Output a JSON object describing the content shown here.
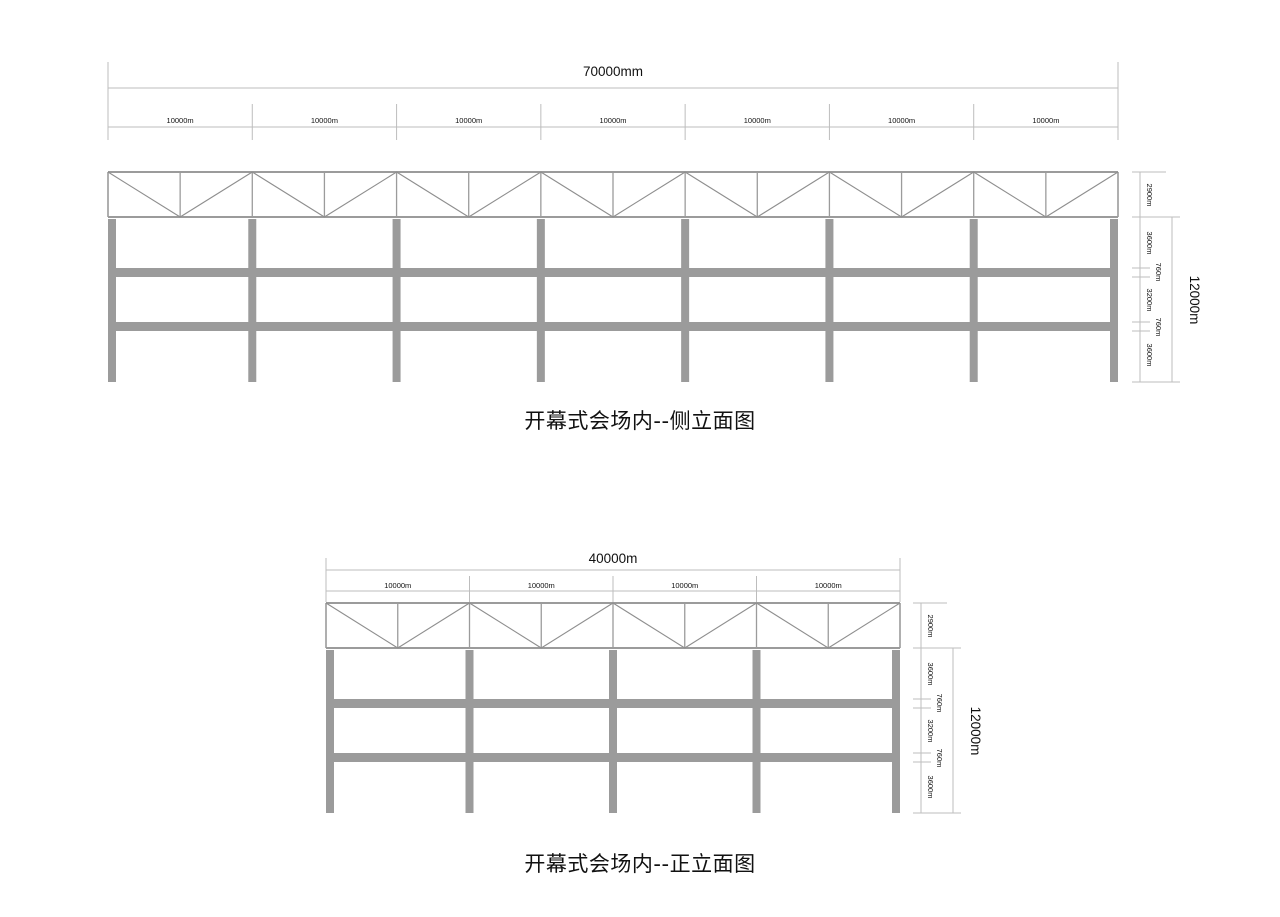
{
  "page": {
    "background": "#ffffff",
    "line_color": "#8e8e8e",
    "member_color": "#9b9b9b",
    "dim_color": "#bdbdbd",
    "text_color": "#111111"
  },
  "drawings": [
    {
      "id": "side-elevation",
      "title": "开幕式会场内--侧立面图",
      "top_dimension": {
        "total_label": "70000mm",
        "bay_labels": [
          "10000m",
          "10000m",
          "10000m",
          "10000m",
          "10000m",
          "10000m",
          "10000m"
        ],
        "bay_count": 7
      },
      "right_dimension": {
        "total_label": "12000m",
        "segments": [
          {
            "label": "2900m",
            "value": 2900
          },
          {
            "label": "3600m",
            "value": 3600
          },
          {
            "label": "760m",
            "value": 760
          },
          {
            "label": "3200m",
            "value": 3200
          },
          {
            "label": "760m",
            "value": 760
          },
          {
            "label": "3600m",
            "value": 3600
          }
        ]
      },
      "structure": {
        "truss_type": "warren",
        "truss_panels_per_bay": 2,
        "column_count": 8,
        "beam_levels": 2,
        "storeys": 3
      }
    },
    {
      "id": "front-elevation",
      "title": "开幕式会场内--正立面图",
      "top_dimension": {
        "total_label": "40000m",
        "bay_labels": [
          "10000m",
          "10000m",
          "10000m",
          "10000m"
        ],
        "bay_count": 4
      },
      "right_dimension": {
        "total_label": "12000m",
        "segments": [
          {
            "label": "2900m",
            "value": 2900
          },
          {
            "label": "3600m",
            "value": 3600
          },
          {
            "label": "760m",
            "value": 760
          },
          {
            "label": "3200m",
            "value": 3200
          },
          {
            "label": "760m",
            "value": 760
          },
          {
            "label": "3600m",
            "value": 3600
          }
        ]
      },
      "structure": {
        "truss_type": "warren",
        "truss_panels_per_bay": 2,
        "column_count": 5,
        "beam_levels": 2,
        "storeys": 3
      }
    }
  ]
}
